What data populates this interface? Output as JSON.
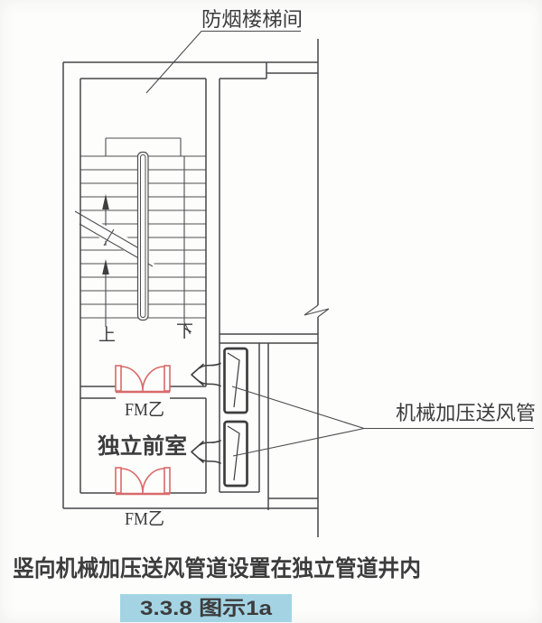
{
  "figure": {
    "top_label": "防烟楼梯间",
    "duct_label": "机械加压送风管",
    "anteroom_label": "独立前室",
    "door1_label": "FM乙",
    "door2_label": "FM乙",
    "up_label": "上",
    "down_label": "下",
    "caption": "竖向机械加压送风管道设置在独立管道井内",
    "figure_ref": "3.3.8 图示1a"
  },
  "colors": {
    "line": "#474747",
    "door_red": "#d96a6a",
    "caption_bg": "#a4d4e4",
    "text": "#3c3c3c",
    "background": "#fdfdfc"
  }
}
